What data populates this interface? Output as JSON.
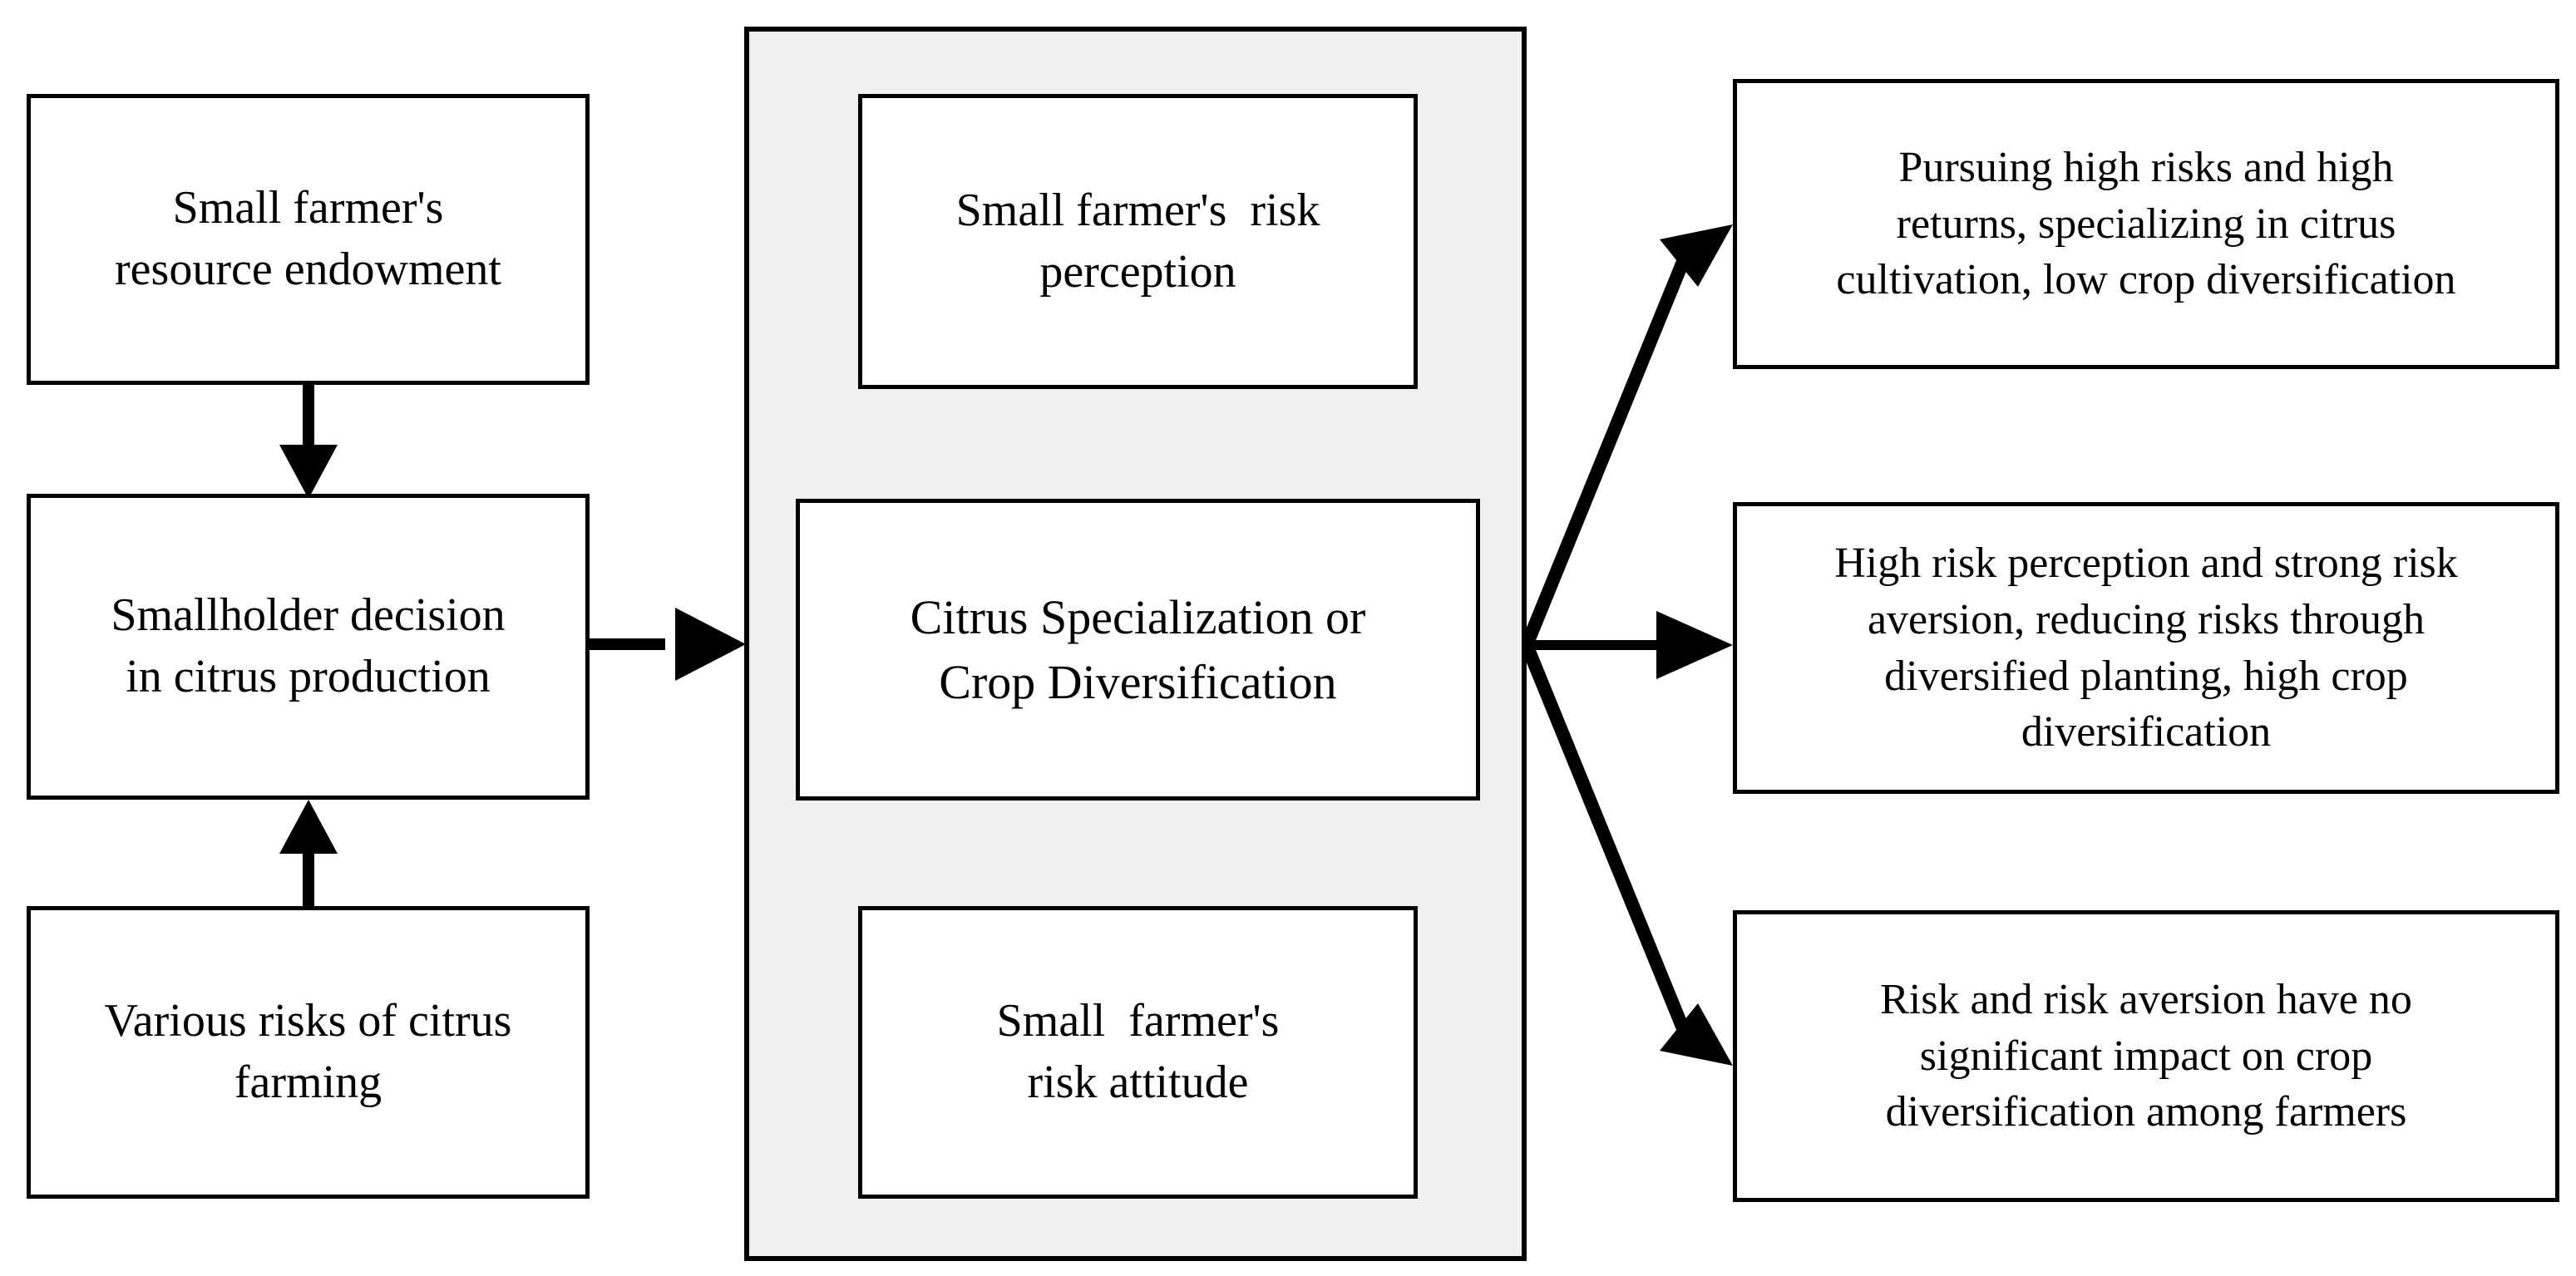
{
  "diagram": {
    "title": "Conceptual framework: smallholder citrus specialization vs crop diversification",
    "panel_fill": "#f0f0f0",
    "stroke_color": "#000000",
    "box_fill": "#ffffff"
  },
  "left_column": {
    "resource_endowment": "Small farmer's\nresource endowment",
    "decision": "Smallholder decision\nin citrus production",
    "risks": "Various risks of citrus\nfarming"
  },
  "center_panel": {
    "risk_perception": "Small farmer's  risk\nperception",
    "core_outcome": "Citrus Specialization or\nCrop Diversification",
    "risk_attitude": "Small  farmer's\nrisk attitude"
  },
  "right_column": {
    "outcome_one": "Pursuing high risks and high\nreturns, specializing in citrus\ncultivation, low crop diversification",
    "outcome_two": "High risk perception and strong risk\naversion, reducing risks through\ndiversified planting, high crop\ndiversification",
    "outcome_three": "Risk and risk aversion have no\nsignificant impact on crop\ndiversification among farmers"
  },
  "edges": {
    "endowment_to_decision": "arrow-down",
    "risks_to_decision": "arrow-up",
    "decision_to_core": "arrow-right",
    "perception_to_core": "arrow-down",
    "attitude_to_core": "arrow-up",
    "core_to_outcome_one": "arrow-up-right",
    "core_to_outcome_two": "arrow-right",
    "core_to_outcome_three": "arrow-down-right"
  }
}
